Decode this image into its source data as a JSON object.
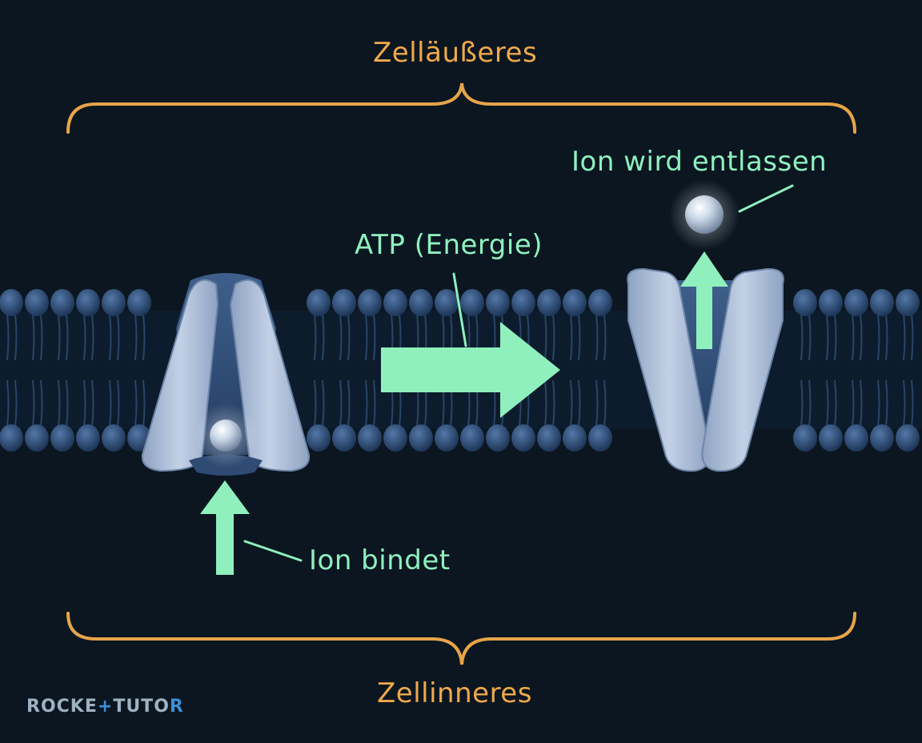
{
  "labels": {
    "outside": "Zelläußeres",
    "inside": "Zellinneres",
    "atp": "ATP (Energie)",
    "ion_binds": "Ion bindet",
    "ion_released": "Ion wird entlassen"
  },
  "logo": {
    "text": "ROCKETUTOR"
  },
  "colors": {
    "background": "#0b1620",
    "brace": "#e8a44a",
    "arrow": "#8ff0be",
    "label_text_green": "#8ff0be",
    "label_text_orange": "#f0a94a",
    "lipid_head": "#2d4f78",
    "protein": "#aebfd8"
  }
}
